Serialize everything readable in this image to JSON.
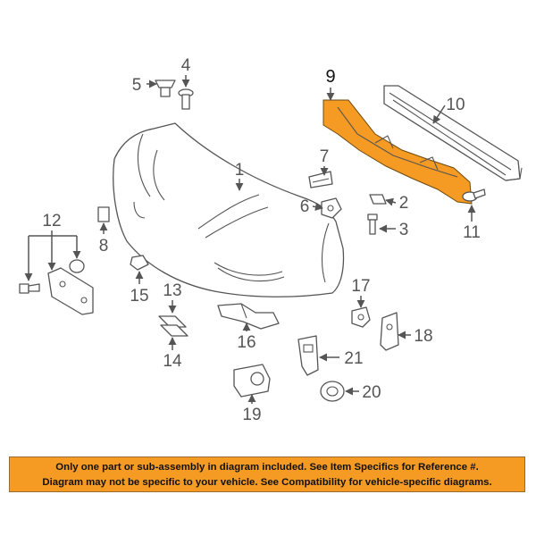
{
  "colors": {
    "highlight": "#f59a23",
    "banner_background": "#f59a23",
    "banner_text": "#111111",
    "line_art": "#555555"
  },
  "callouts": {
    "c1": "1",
    "c2": "2",
    "c3": "3",
    "c4": "4",
    "c5": "5",
    "c6": "6",
    "c7": "7",
    "c8": "8",
    "c9": "9",
    "c10": "10",
    "c11": "11",
    "c12": "12",
    "c13": "13",
    "c14": "14",
    "c15": "15",
    "c16": "16",
    "c17": "17",
    "c18": "18",
    "c19": "19",
    "c20": "20",
    "c21": "21"
  },
  "highlighted_part": "9",
  "disclaimer": {
    "line1": "Only one part or sub-assembly in diagram included. See Item Specifics for Reference #.",
    "line2": "Diagram may not be specific to your vehicle. See Compatibility for vehicle-specific diagrams."
  }
}
